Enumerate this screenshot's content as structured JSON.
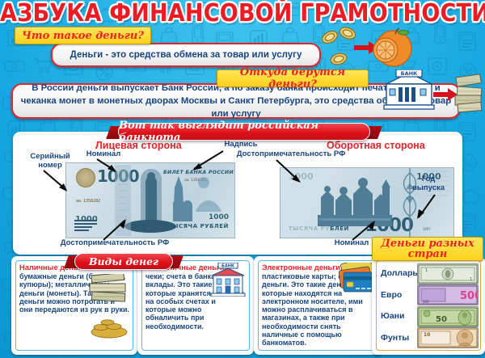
{
  "poster": {
    "title": "АЗБУКА ФИНАНСОВОЙ ГРАМОТНОСТИ",
    "background_color": "#16a7df",
    "accent_red": "#E8232A",
    "accent_yellow": "#ffd21a",
    "text_blue": "#18457f"
  },
  "section_what": {
    "banner": "Что такое деньги?",
    "statement": "Деньги - это средства обмена за товар или услугу"
  },
  "section_where": {
    "banner": "Откуда берутся деньги?",
    "statement": "В России деньги выпускает Банк России, а по заказу банка происходит печать банкнот и чеканка монет в монетных дворах Москвы и Санкт Петербурга, это средства обмена за товар или услугу",
    "bank_sign": "БАНК"
  },
  "section_banknote": {
    "ribbon": "Вот так выглядит российская банкнота",
    "front": {
      "title": "Лицевая сторона",
      "denomination": "1000",
      "inscription": "БИЛЕТ БАНКА РОССИИ",
      "serial": "аа 1358282",
      "bottom_text": "ТЫСЯЧА РУБЛЕЙ",
      "callouts": {
        "serial_number": "Серийный\nномер",
        "denomination": "Номинал",
        "inscription": "Надпись",
        "landmark": "Достопримечательность РФ"
      }
    },
    "back": {
      "title": "Оборотная сторона",
      "denomination": "1000",
      "bottom_text": "ТЫСЯЧА РУБЛЕЙ",
      "year": "1997",
      "callouts": {
        "landmark": "Достопримечательность РФ",
        "denomination": "Номинал",
        "year_of_issue": "Год\nвыпуска"
      }
    }
  },
  "section_types": {
    "ribbon": "Виды денег",
    "cards": [
      {
        "heading": "Наличные деньги:",
        "body": "бумажные деньги (банкноты, купюры); металлические деньги (монеты). Такие деньги можно потрогать и они передаются из рук в руки.",
        "icon": "cash-stack-icon"
      },
      {
        "heading": "Безналичные деньги:",
        "body": "чеки; счета в банках и вклады. Это такие деньги, которые хранятся в банках на особых счетах и которые можно обналичить при необходимости.",
        "icon": "bank-building-icon",
        "icon_sign": "БАНК"
      },
      {
        "heading": "Электронные деньги:",
        "body": "пластиковые карты; сетевые деньги. Это такие деньги, которые находятся на электронном носителе, ими можно расплачиваться в магазинах, а также при необходимости снять наличные с помощью банкоматов.",
        "icon": "credit-cards-icon"
      }
    ]
  },
  "section_currencies": {
    "banner_line1": "Деньги разных",
    "banner_line2": "стран",
    "items": [
      {
        "name": "Доллары",
        "bill_class": "bill-usd"
      },
      {
        "name": "Евро",
        "bill_class": "bill-eur"
      },
      {
        "name": "Юани",
        "bill_class": "bill-cny"
      },
      {
        "name": "Фунты",
        "bill_class": "bill-gbp"
      }
    ]
  }
}
